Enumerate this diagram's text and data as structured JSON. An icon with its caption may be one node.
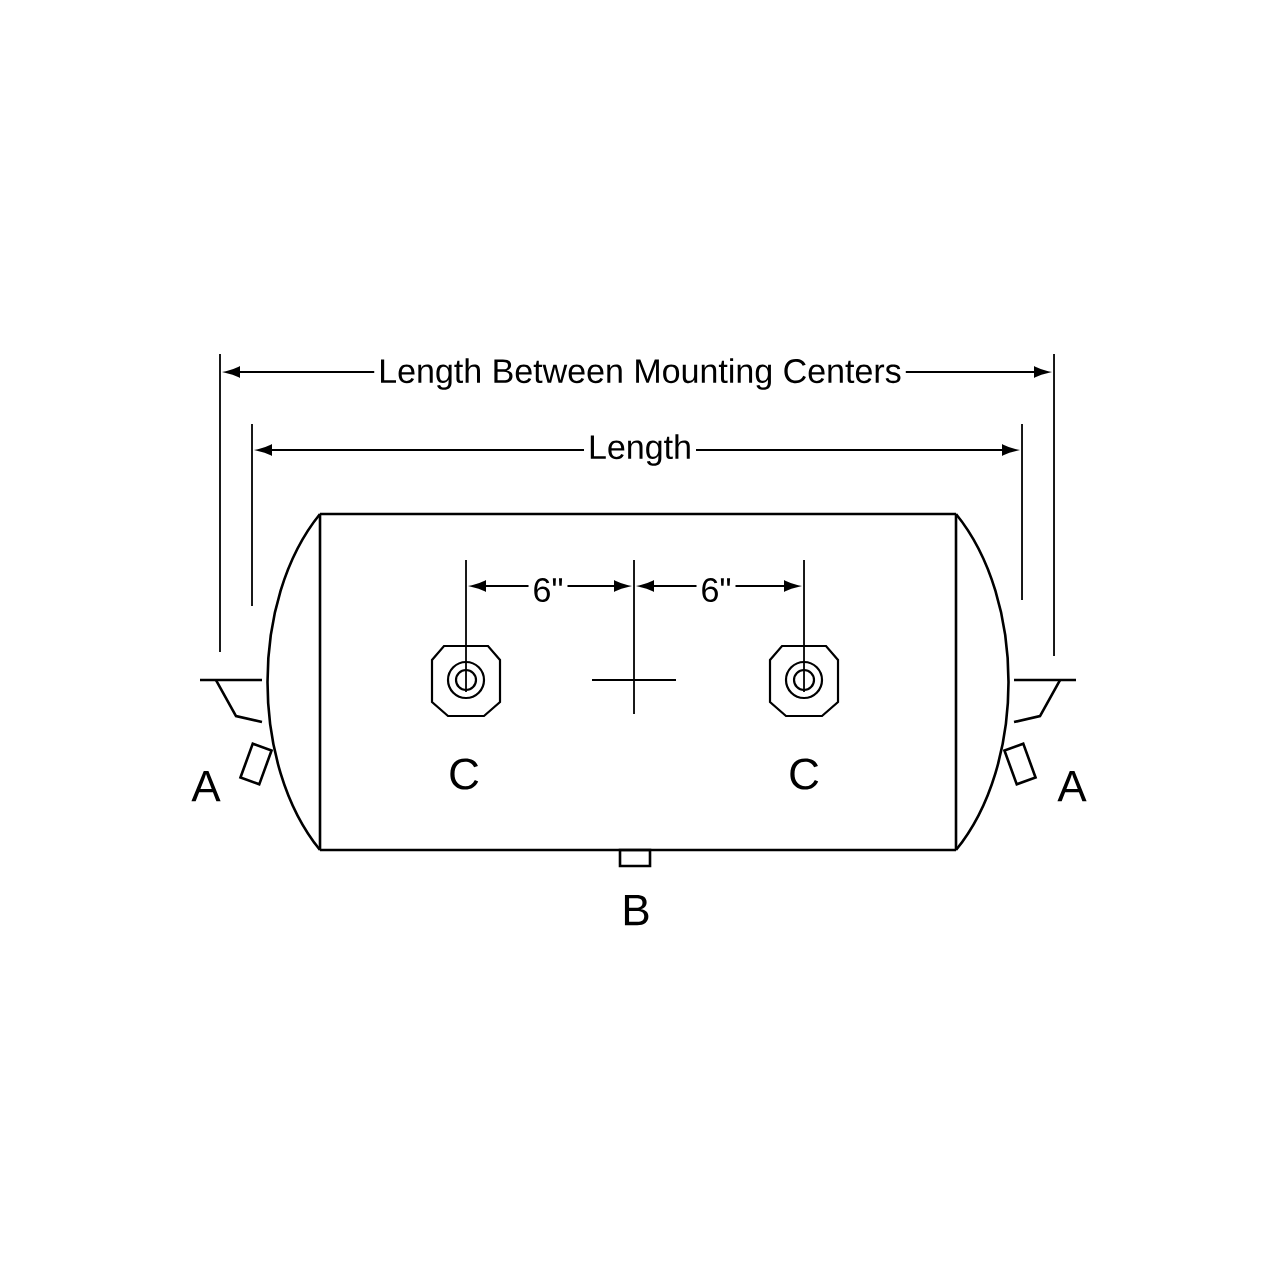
{
  "diagram": {
    "labels": [
      "Length Between Mounting Centers",
      "Length",
      "6\"",
      "6\"",
      "A",
      "C",
      "C",
      "A",
      "B"
    ]
  }
}
